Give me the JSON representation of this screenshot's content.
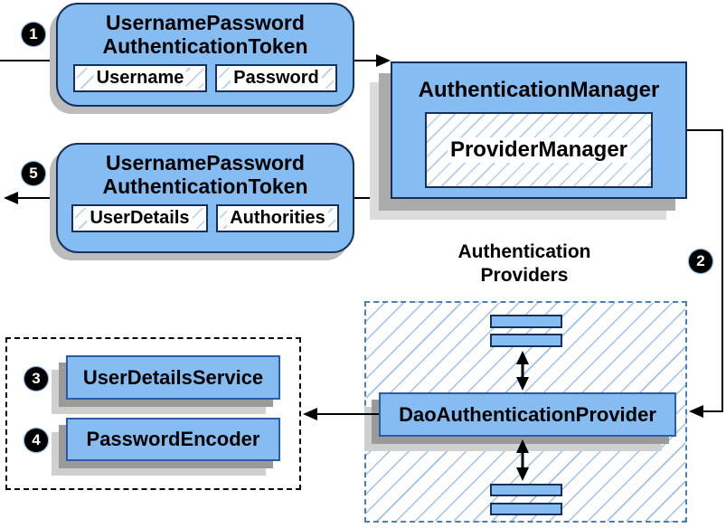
{
  "steps": {
    "s1": "1",
    "s2": "2",
    "s3": "3",
    "s4": "4",
    "s5": "5"
  },
  "request_token": {
    "title1": "UsernamePassword",
    "title2": "AuthenticationToken",
    "field_username": "Username",
    "field_password": "Password"
  },
  "response_token": {
    "title1": "UsernamePassword",
    "title2": "AuthenticationToken",
    "field_userdetails": "UserDetails",
    "field_authorities": "Authorities"
  },
  "authentication_manager": {
    "title": "AuthenticationManager",
    "provider": "ProviderManager"
  },
  "authentication_providers": {
    "label1": "Authentication",
    "label2": "Providers",
    "dao": "DaoAuthenticationProvider"
  },
  "collaborators": {
    "user_details_service": "UserDetailsService",
    "password_encoder": "PasswordEncoder"
  },
  "colors": {
    "box_fill": "#85bcf2",
    "box_border": "#16305e",
    "hatch_line": "#aecdf0",
    "dashed_border": "#4a7eb8",
    "shadow_dark": "#a3a3a3",
    "shadow_light": "#d6d6d6",
    "connector": "#000000"
  }
}
